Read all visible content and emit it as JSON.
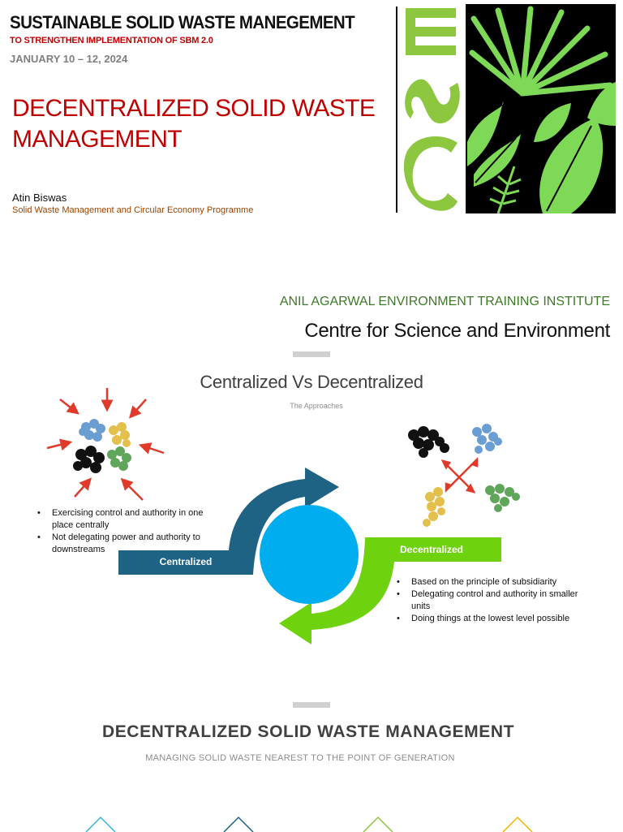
{
  "slide1": {
    "title": "SUSTAINABLE SOLID WASTE MANEGEMENT",
    "subtitle": "TO STRENGTHEN IMPLEMENTATION OF SBM 2.0",
    "dates": "JANUARY 10 – 12, 2024",
    "main_title": "DECENTRALIZED SOLID WASTE MANAGEMENT",
    "author": "Atin Biswas",
    "programme": "Solid Waste Management and Circular Economy Programme",
    "logo_text": "CSE",
    "colors": {
      "red": "#c00000",
      "logo_green": "#8dc63f",
      "leaf_green": "#7ed957"
    }
  },
  "slide2": {
    "institute": "ANIL AGARWAL ENVIRONMENT TRAINING INSTITUTE",
    "org": "Centre for Science and Environment",
    "title": "Centralized Vs Decentralized",
    "approach": "The Approaches",
    "centralized_label": "Centralized",
    "decentralized_label": "Decentralized",
    "centralized_points": [
      "Exercising control and authority in one place centrally",
      "Not delegating power and authority to downstreams"
    ],
    "decentralized_points": [
      "Based on the principle of subsidiarity",
      "Delegating control and authority in smaller units",
      "Doing things at the lowest level possible"
    ],
    "colors": {
      "blue": "#1f6384",
      "green": "#6fd20e",
      "circle": "#00aeef",
      "arrow_red": "#e03a2b"
    }
  },
  "slide3": {
    "title": "DECENTRALIZED SOLID WASTE MANAGEMENT",
    "subtitle": "MANAGING SOLID WASTE NEAREST TO THE POINT OF GENERATION",
    "triangle_colors": [
      "#38b6d9",
      "#1f6384",
      "#8dc63f",
      "#f4b400"
    ]
  }
}
